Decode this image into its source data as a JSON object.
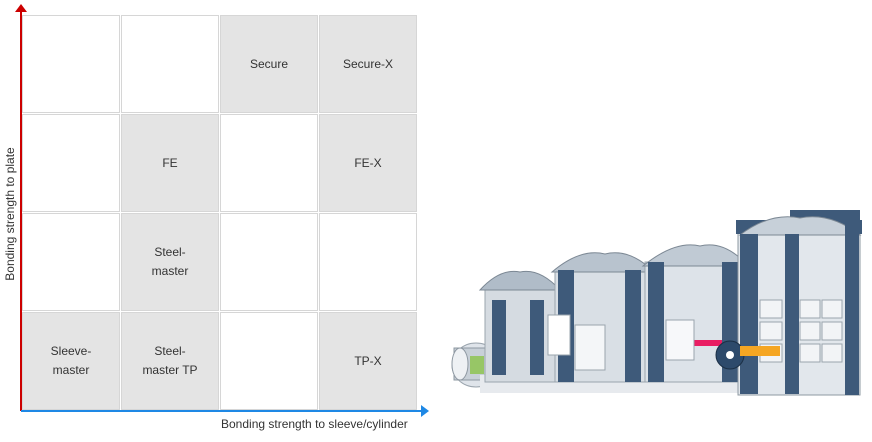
{
  "axes": {
    "y_label": "Bonding strength to plate",
    "x_label": "Bonding strength to sleeve/cylinder",
    "y_axis_color": "#cc0000",
    "x_axis_color": "#1e88e5"
  },
  "matrix": {
    "rows": 4,
    "cols": 4,
    "cells": [
      {
        "row": 0,
        "col": 2,
        "label": "Secure"
      },
      {
        "row": 0,
        "col": 3,
        "label": "Secure-X"
      },
      {
        "row": 1,
        "col": 1,
        "label": "FE"
      },
      {
        "row": 1,
        "col": 3,
        "label": "FE-X"
      },
      {
        "row": 2,
        "col": 1,
        "label": "Steel-\nmaster"
      },
      {
        "row": 3,
        "col": 0,
        "label": "Sleeve-\nmaster"
      },
      {
        "row": 3,
        "col": 1,
        "label": "Steel-\nmaster TP"
      },
      {
        "row": 3,
        "col": 3,
        "label": "TP-X"
      }
    ]
  },
  "image": {
    "subject": "printing-press-machine"
  }
}
